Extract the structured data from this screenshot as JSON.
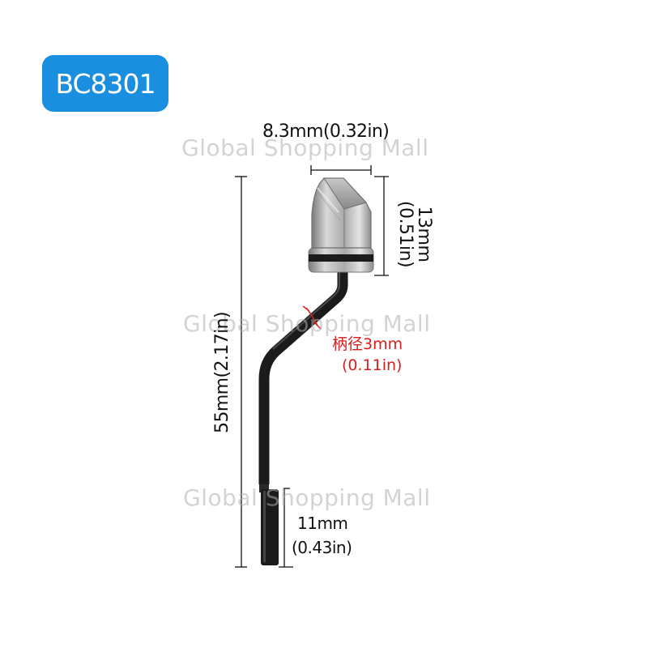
{
  "badge": {
    "text": "BC8301",
    "color": "#1a8fe0"
  },
  "watermark": {
    "text": "Global Shopping Mall"
  },
  "dimensions": {
    "head_width": "8.3mm(0.32in)",
    "head_height_mm": "13mm",
    "head_height_in": "(0.51in)",
    "total_length": "55mm(2.17in)",
    "shank_label_cn": "柄径3mm",
    "shank_label_in": "(0.11in)",
    "tip_length_mm": "11mm",
    "tip_length_in": "(0.43in)"
  },
  "colors": {
    "highlight": "#d42020",
    "tool": "#1b1b1b",
    "blade": "#b8b8b8"
  }
}
